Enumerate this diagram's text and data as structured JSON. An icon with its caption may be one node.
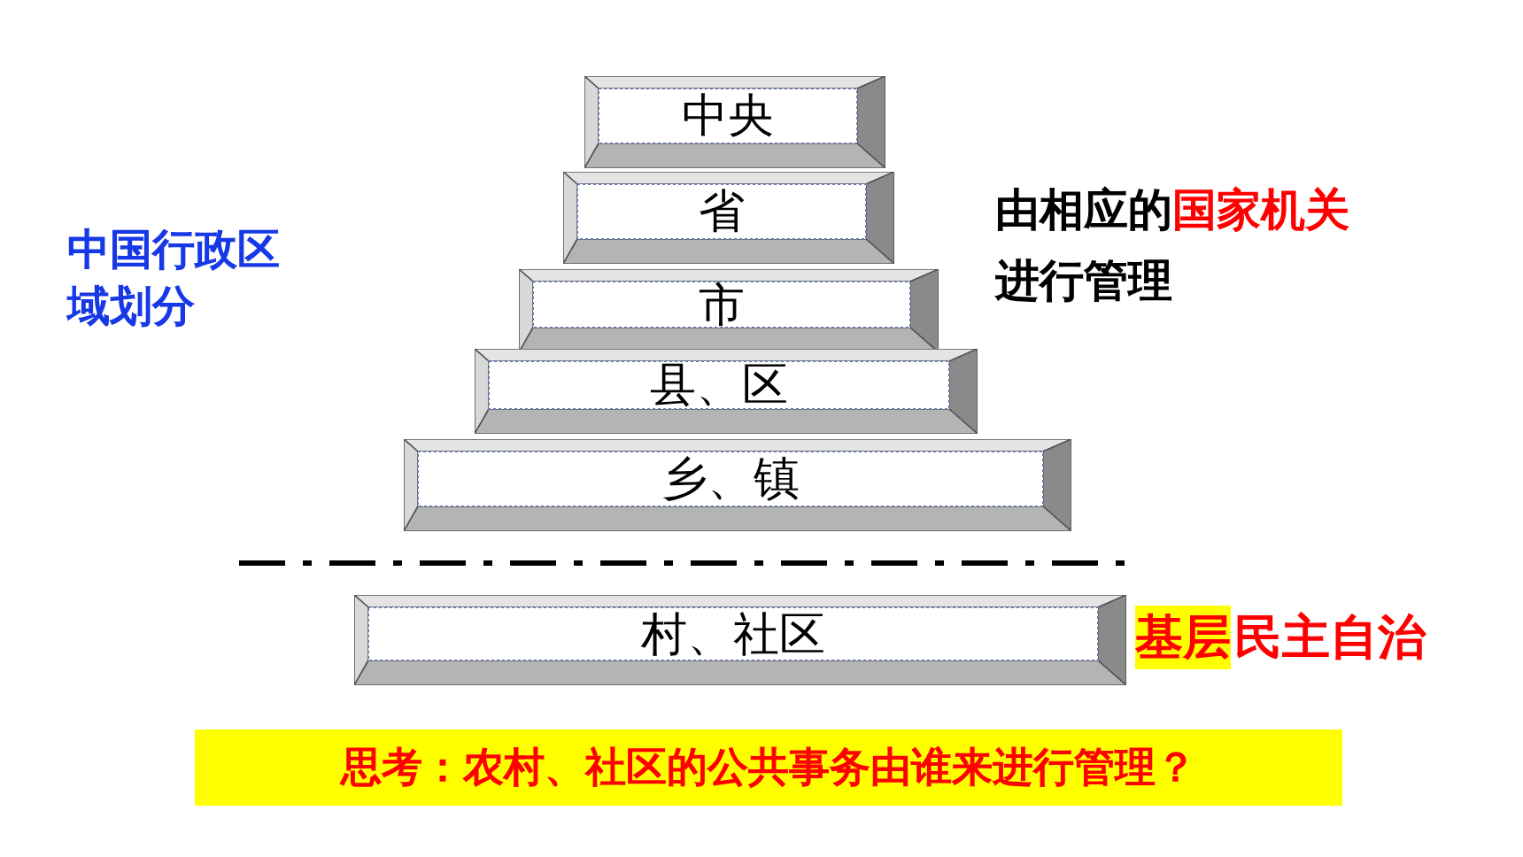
{
  "diagram": {
    "nodes": [
      {
        "text": [
          "中央"
        ]
      },
      {
        "text": [
          "省"
        ]
      },
      {
        "text": [
          "市"
        ]
      },
      {
        "text": [
          "县、区"
        ]
      },
      {
        "text": [
          "乡、镇"
        ]
      },
      {
        "text": [
          "村、社区"
        ]
      }
    ],
    "labels": [
      "中国行政区域划分",
      "由相应的",
      "国家机关",
      "进行管理",
      "基层",
      "民主自治",
      "思考：农村、社区的公共事务由谁来进行管理？"
    ]
  }
}
